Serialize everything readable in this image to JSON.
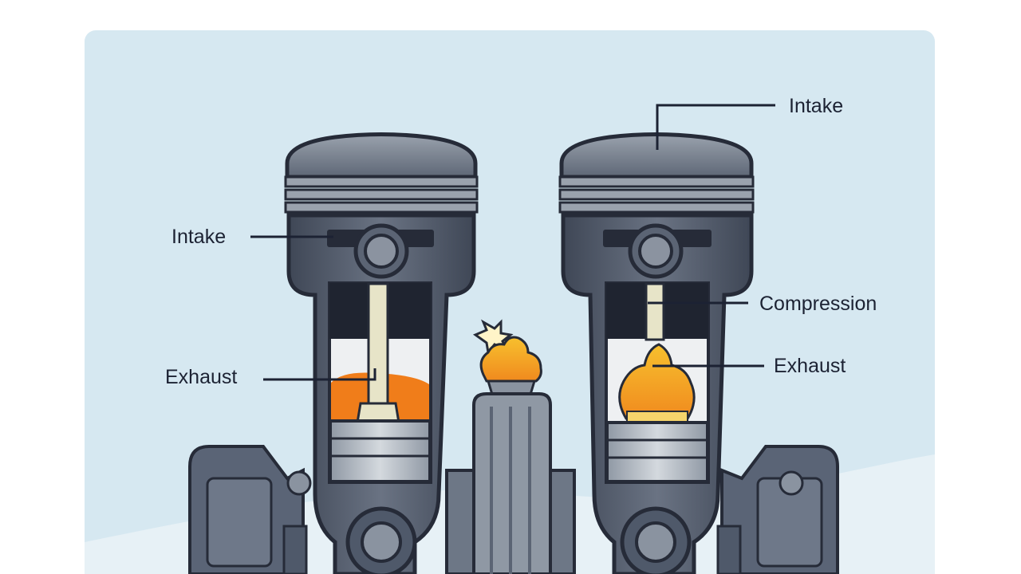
{
  "labels": {
    "left_intake": "Intake",
    "left_exhaust": "Exhaust",
    "right_intake": "Intake",
    "right_compression": "Compression",
    "right_exhaust": "Exhaust"
  },
  "colors": {
    "panel_background": "#d6e8f1",
    "engine_dark": "#4f596a",
    "engine_mid": "#8a93a0",
    "engine_light": "#b9c0c8",
    "outline": "#262b38",
    "flame_orange": "#f08a1e",
    "flame_yellow": "#f7c02e",
    "rod_cream": "#e7e4c8"
  },
  "icons": [
    "flame-icon",
    "spark-icon"
  ]
}
